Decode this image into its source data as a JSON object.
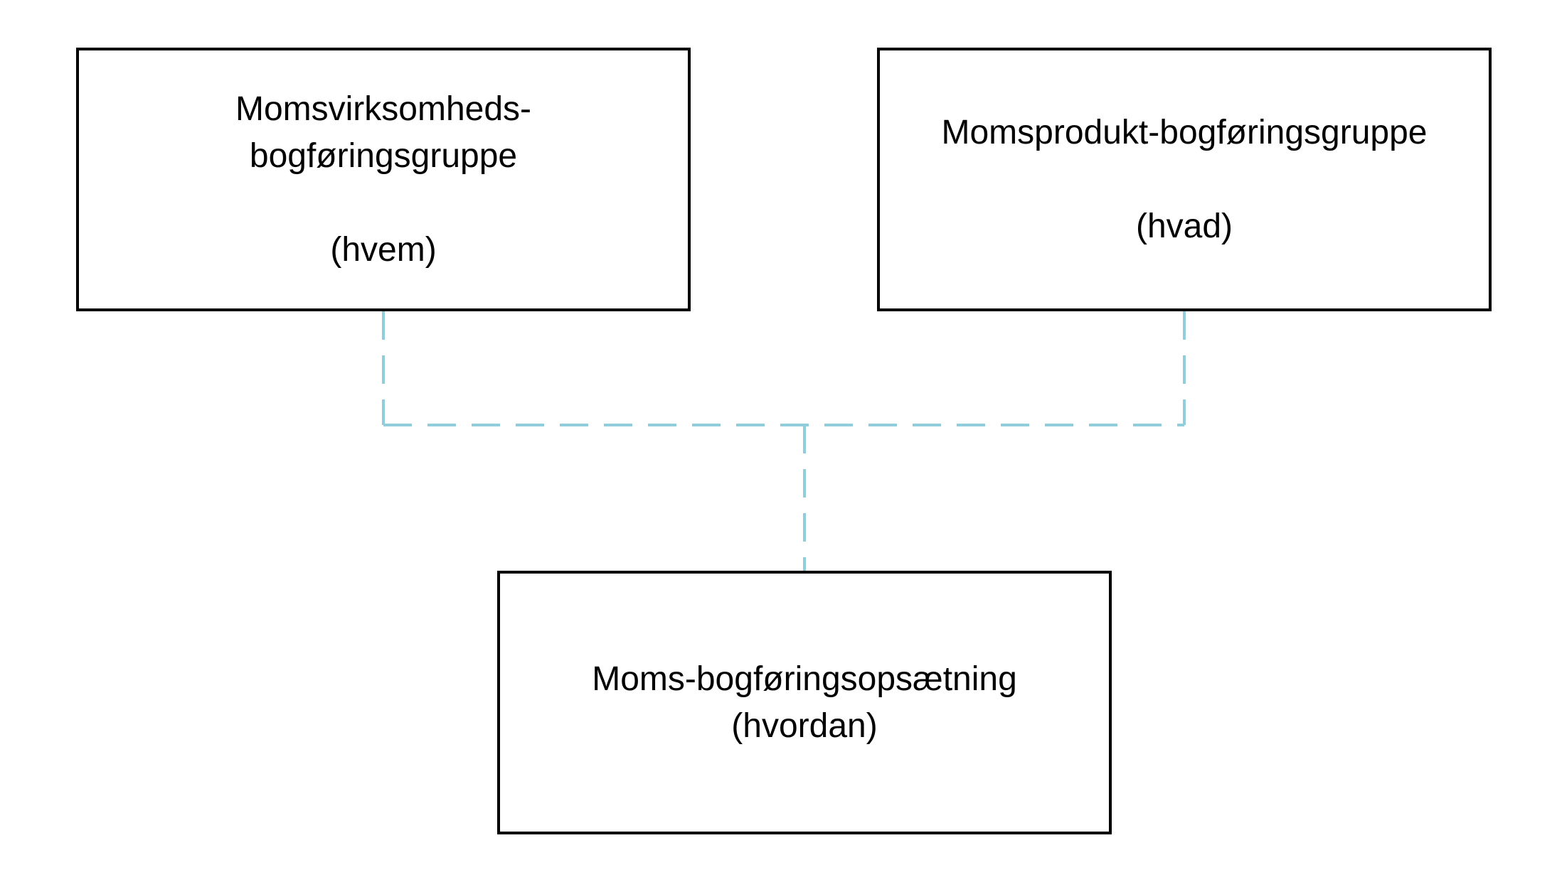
{
  "diagram": {
    "connector_color": "#92cddc",
    "nodes": {
      "business_group": {
        "title_line1": "Momsvirksomheds-",
        "title_line2": "bogføringsgruppe",
        "role": "(hvem)"
      },
      "product_group": {
        "title": "Momsprodukt-bogføringsgruppe",
        "role": "(hvad)"
      },
      "posting_setup": {
        "title": "Moms-bogføringsopsætning",
        "role": "(hvordan)"
      }
    },
    "edges": [
      {
        "from": "business_group",
        "to": "posting_setup",
        "style": "dashed"
      },
      {
        "from": "product_group",
        "to": "posting_setup",
        "style": "dashed"
      }
    ]
  }
}
